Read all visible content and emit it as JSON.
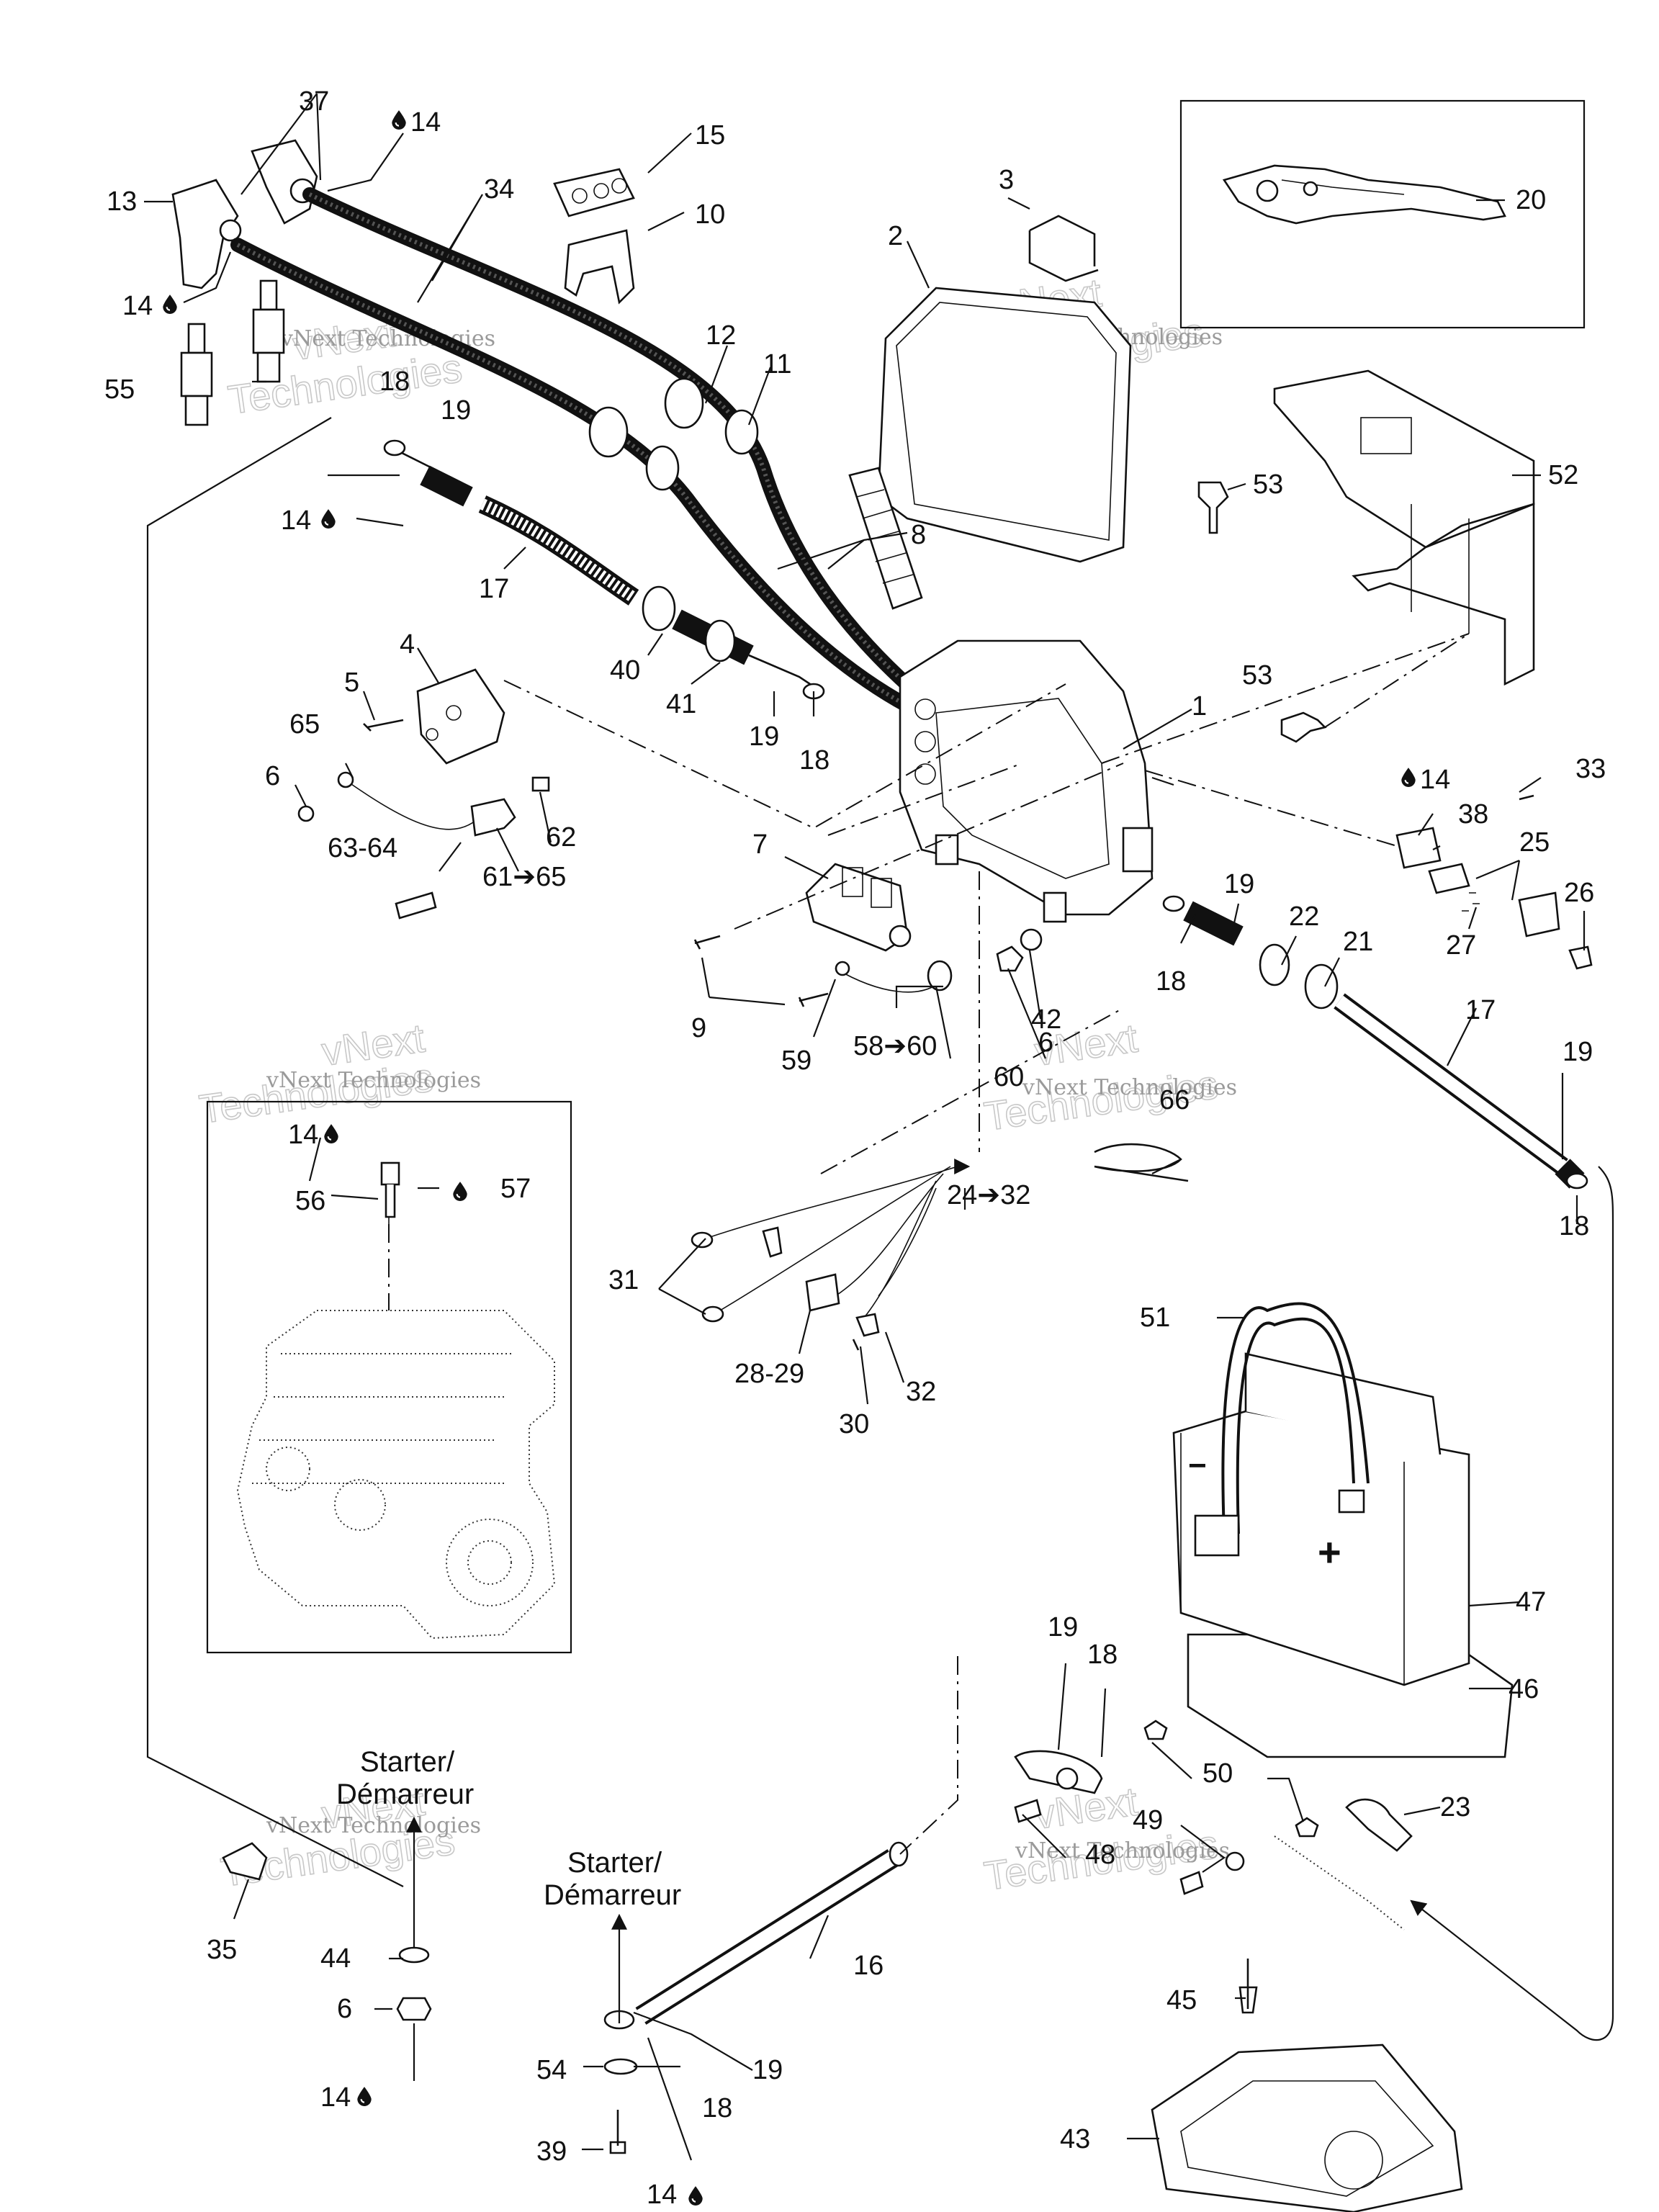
{
  "callouts": {
    "c1": "1",
    "c2": "2",
    "c3": "3",
    "c4": "4",
    "c5": "5",
    "c6a": "6",
    "c6b": "6",
    "c6c": "6",
    "c7": "7",
    "c8": "8",
    "c9": "9",
    "c10": "10",
    "c11": "11",
    "c12": "12",
    "c13": "13",
    "c14a": "14",
    "c14b": "14",
    "c14c": "14",
    "c14d": "14",
    "c14e": "14",
    "c14f": "14",
    "c14g": "14",
    "c15": "15",
    "c16": "16",
    "c17a": "17",
    "c17b": "17",
    "c18a": "18",
    "c18b": "18",
    "c18c": "18",
    "c18d": "18",
    "c18e": "18",
    "c18f": "18",
    "c19a": "19",
    "c19b": "19",
    "c19c": "19",
    "c19d": "19",
    "c19e": "19",
    "c19f": "19",
    "c20": "20",
    "c21": "21",
    "c22": "22",
    "c23": "23",
    "c24_32": "24➔32",
    "c25": "25",
    "c26": "26",
    "c27": "27",
    "c28_29": "28-29",
    "c30": "30",
    "c31": "31",
    "c32": "32",
    "c33": "33",
    "c34": "34",
    "c35": "35",
    "c37": "37",
    "c38": "38",
    "c39": "39",
    "c40": "40",
    "c41": "41",
    "c42": "42",
    "c43": "43",
    "c44": "44",
    "c45": "45",
    "c46": "46",
    "c47": "47",
    "c48": "48",
    "c49": "49",
    "c50": "50",
    "c51": "51",
    "c52": "52",
    "c53a": "53",
    "c53b": "53",
    "c54": "54",
    "c55": "55",
    "c56": "56",
    "c57": "57",
    "c58_60": "58➔60",
    "c59": "59",
    "c60": "60",
    "c61_65": "61➔65",
    "c62": "62",
    "c63_64": "63-64",
    "c65": "65",
    "c66": "66"
  },
  "starter_label_1": {
    "line1": "Starter/",
    "line2": "Démarreur"
  },
  "starter_label_2": {
    "line1": "Starter/",
    "line2": "Démarreur"
  },
  "battery_symbols": {
    "minus": "−",
    "plus": "+"
  },
  "watermark": {
    "small": "vNext Technologies",
    "big_top": "vNext",
    "big_bottom": "Technologies"
  },
  "icons": [
    "drop-icon",
    "arrow-icon"
  ]
}
